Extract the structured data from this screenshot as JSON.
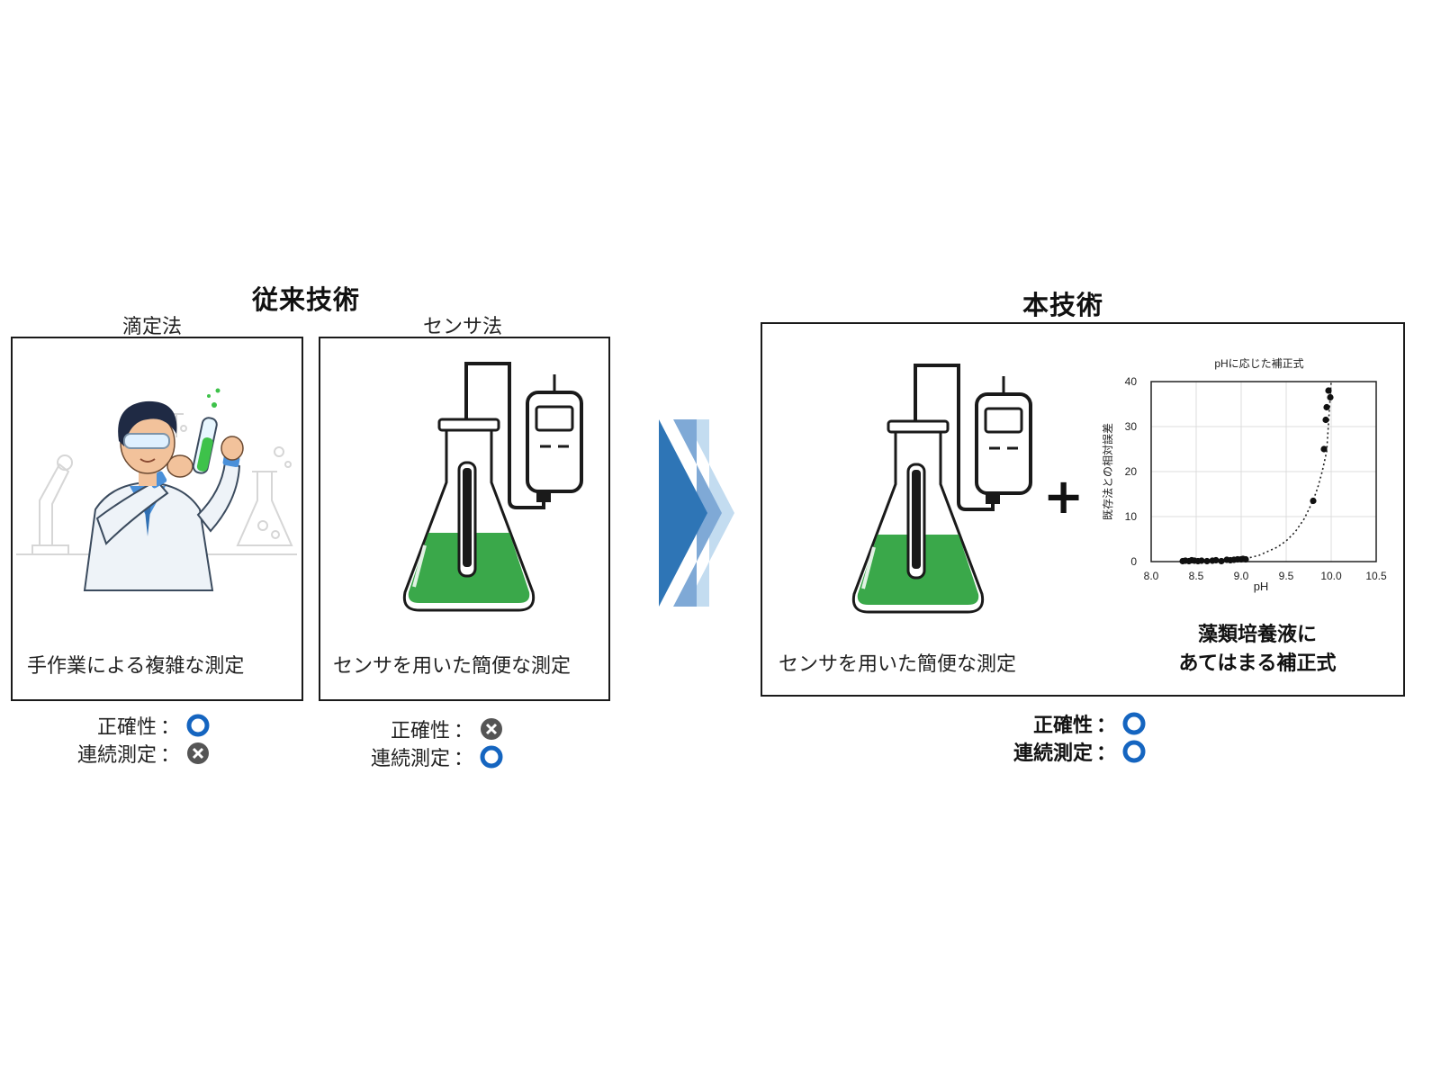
{
  "conventional": {
    "heading": "従来技術",
    "titration": {
      "label": "滴定法",
      "caption": "手作業による複雑な測定",
      "accuracy": {
        "label": "正確性",
        "colon": "：",
        "status": "good"
      },
      "continuous": {
        "label": "連続測定",
        "colon": "：",
        "status": "bad"
      }
    },
    "sensor": {
      "label": "センサ法",
      "caption": "センサを用いた簡便な測定",
      "accuracy": {
        "label": "正確性",
        "colon": "：",
        "status": "bad"
      },
      "continuous": {
        "label": "連続測定",
        "colon": "：",
        "status": "good"
      }
    }
  },
  "proposed": {
    "heading": "本技術",
    "sensor_caption": "センサを用いた簡便な測定",
    "plus": "+",
    "formula_caption_line1": "藻類培養液に",
    "formula_caption_line2": "あてはまる補正式",
    "accuracy": {
      "label": "正確性",
      "colon": "：",
      "status": "good"
    },
    "continuous": {
      "label": "連続測定",
      "colon": "：",
      "status": "good"
    }
  },
  "icons": {
    "good": "blue-ring-icon",
    "bad": "gray-cross-icon",
    "arrow": "chevron-right-arrow-icon"
  },
  "colors": {
    "good": "#1565c0",
    "bad": "#555555",
    "liquid": "#3aa84a",
    "arrow_dark": "#2e75b6",
    "arrow_mid": "#7fa9d6",
    "arrow_light": "#c3dcf0"
  },
  "chart_data": {
    "type": "scatter",
    "title": "pHに応じた補正式",
    "xlabel": "pH",
    "ylabel": "既存法との相対誤差",
    "xlim": [
      8.0,
      10.5
    ],
    "ylim": [
      0,
      40
    ],
    "xticks": [
      "8.0",
      "8.5",
      "9.0",
      "9.5",
      "10.0",
      "10.5"
    ],
    "yticks": [
      "0",
      "10",
      "20",
      "30",
      "40"
    ],
    "grid": true,
    "series": [
      {
        "marker": "filled-circle",
        "x": [
          8.35,
          8.38,
          8.42,
          8.45,
          8.48,
          8.52,
          8.56,
          8.62,
          8.68,
          8.72,
          8.78,
          8.84,
          8.88,
          8.92,
          8.96,
          9.0,
          9.02,
          9.05,
          9.8,
          9.92,
          9.94,
          9.95,
          9.97,
          9.99
        ],
        "y": [
          0.1,
          0.2,
          0.1,
          0.3,
          0.2,
          0.1,
          0.2,
          0.1,
          0.2,
          0.3,
          0.1,
          0.4,
          0.3,
          0.4,
          0.5,
          0.5,
          0.6,
          0.5,
          13.5,
          25,
          31.5,
          34.3,
          38,
          36.5
        ]
      },
      {
        "style": "dotted-fit",
        "x": [
          9.0,
          9.2,
          9.4,
          9.5,
          9.6,
          9.7,
          9.8,
          9.85,
          9.9,
          9.95,
          10.0
        ],
        "y": [
          0.4,
          1.4,
          3.2,
          4.6,
          6.6,
          9.5,
          13.6,
          16.4,
          20.0,
          24.5,
          40
        ]
      }
    ]
  }
}
